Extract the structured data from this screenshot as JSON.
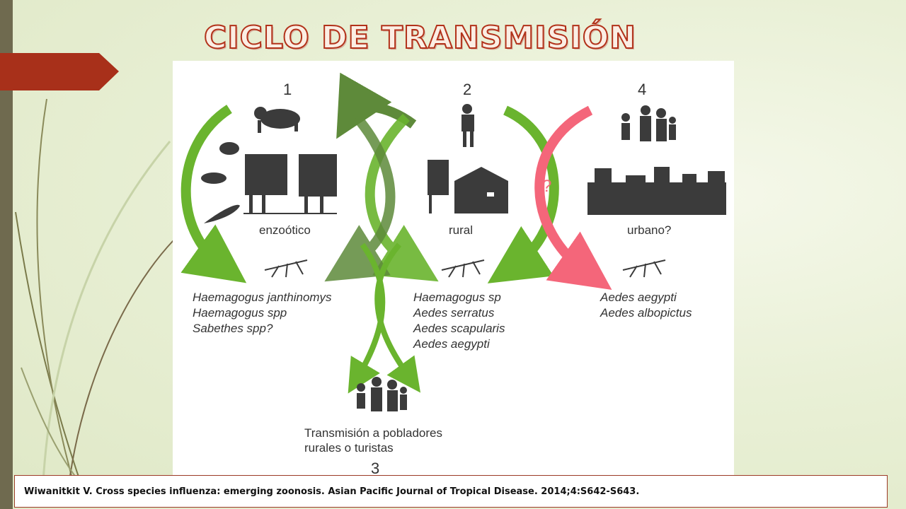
{
  "slide": {
    "title": "CICLO DE TRANSMISIÓN",
    "citation": "Wiwanitkit V. Cross species influenza: emerging zoonosis. Asian Pacific Journal of Tropical Disease. 2014;4:S642-S643."
  },
  "diagram": {
    "cycles": [
      {
        "number": "1",
        "label": "enzoótico",
        "species": [
          "Haemagogus janthinomys",
          "Haemagogus spp",
          "Sabethes spp?"
        ]
      },
      {
        "number": "2",
        "label": "rural",
        "species": [
          "Haemagogus sp",
          "Aedes serratus",
          "Aedes scapularis",
          "Aedes aegypti"
        ]
      },
      {
        "number": "4",
        "label": "urbano?",
        "species": [
          "Aedes aegypti",
          "Aedes albopictus"
        ]
      }
    ],
    "question_mark": "?",
    "transmission": {
      "number": "3",
      "lines": [
        "Transmisión a pobladores",
        "rurales o turistas"
      ]
    }
  },
  "colors": {
    "green_arrow": "#6ab42e",
    "dark_green_arrow": "#5e8a3a",
    "red_arrow": "#f4667a",
    "accent_red": "#a8301a",
    "silhouette": "#3b3b3b"
  }
}
